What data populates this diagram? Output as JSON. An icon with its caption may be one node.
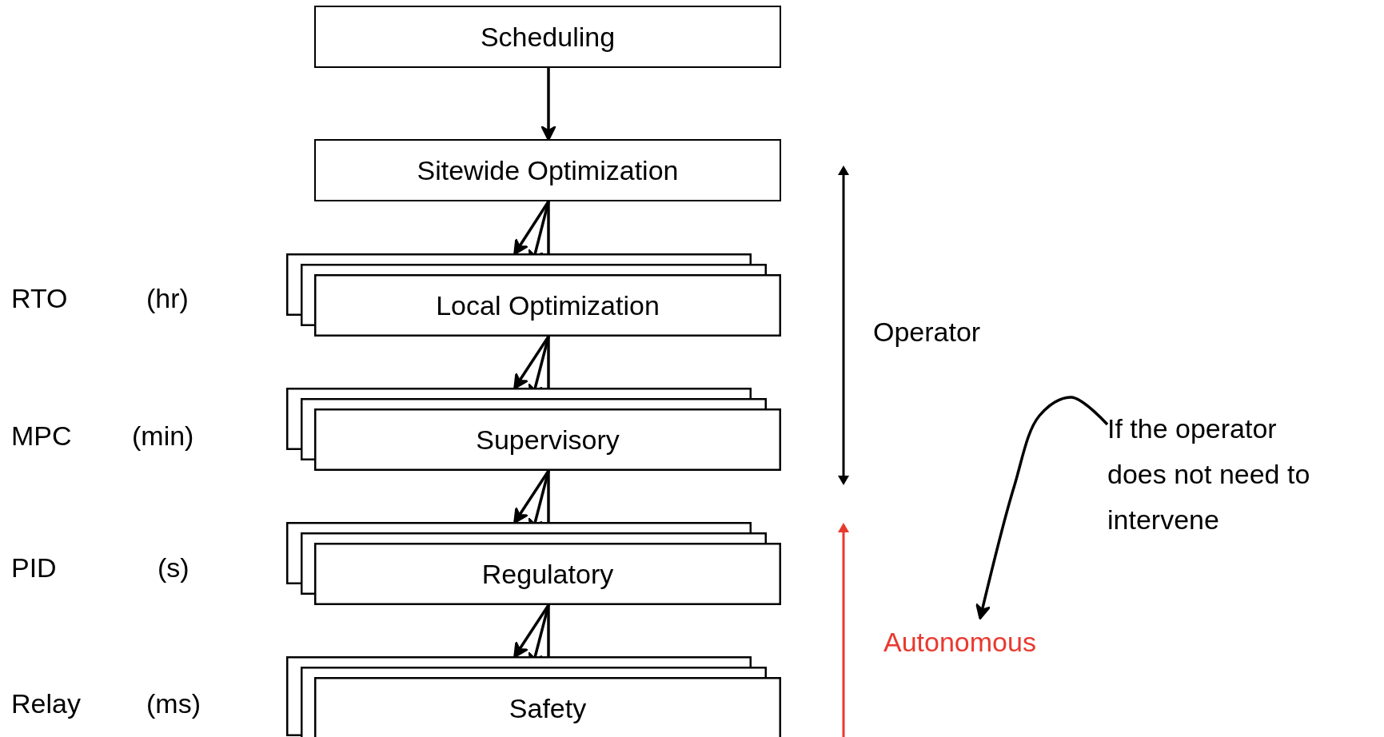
{
  "diagram": {
    "nodes": [
      {
        "text": [
          "Scheduling"
        ]
      },
      {
        "text": [
          "Sitewide Optimization"
        ]
      },
      {
        "text": [
          "Local Optimization"
        ]
      },
      {
        "text": [
          "Supervisory"
        ]
      },
      {
        "text": [
          "Regulatory"
        ]
      },
      {
        "text": [
          "Safety"
        ]
      },
      {
        "text": [
          "If the operator does not need to intervene"
        ]
      },
      {
        "text": [
          "Autonomous"
        ]
      }
    ],
    "edges": [
      {
        "from": 0,
        "to": 1,
        "arrow": "to"
      },
      {
        "from": 1,
        "to": 2,
        "arrow": "to"
      },
      {
        "from": 1,
        "to": 2,
        "arrow": "to"
      },
      {
        "from": 1,
        "to": 2,
        "arrow": "to"
      },
      {
        "from": 2,
        "to": 3,
        "arrow": "to"
      },
      {
        "from": 2,
        "to": 3,
        "arrow": "to"
      },
      {
        "from": 2,
        "to": 3,
        "arrow": "to"
      },
      {
        "from": 3,
        "to": 4,
        "arrow": "to"
      },
      {
        "from": 3,
        "to": 4,
        "arrow": "to"
      },
      {
        "from": 3,
        "to": 4,
        "arrow": "to"
      },
      {
        "from": 4,
        "to": 5,
        "arrow": "to"
      },
      {
        "from": 4,
        "to": 5,
        "arrow": "to"
      },
      {
        "from": 4,
        "to": 5,
        "arrow": "to"
      },
      {
        "from": 6,
        "to": 7,
        "arrow": "to"
      }
    ],
    "labels": [
      "RTO",
      "(hr)",
      "Operator",
      "MPC",
      "(min)",
      "PID",
      "(s)",
      "Relay",
      "(ms)"
    ]
  }
}
